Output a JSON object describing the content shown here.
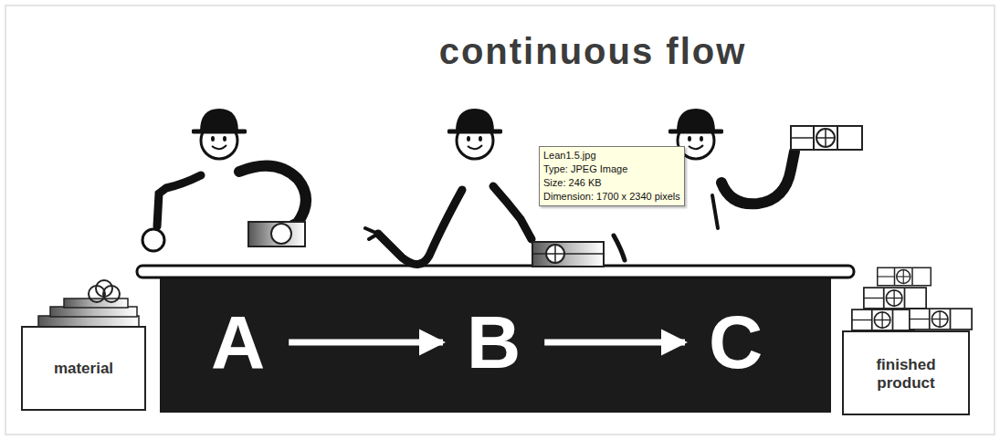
{
  "diagram": {
    "title": "continuous flow",
    "nodes": [
      {
        "text": [
          "Lean1.5.jpg",
          "Type: JPEG Image",
          "Size: 246 KB",
          "Dimension: 1700 x 2340 pixels"
        ]
      },
      {
        "text": [
          "material"
        ]
      },
      {
        "text": [
          "A"
        ]
      },
      {
        "text": [
          "B"
        ]
      },
      {
        "text": [
          "C"
        ]
      },
      {
        "text": [
          "finished product"
        ]
      }
    ],
    "edges": [
      {
        "from": 2,
        "to": 3,
        "arrow": "to"
      },
      {
        "from": 3,
        "to": 4,
        "arrow": "to"
      }
    ]
  }
}
